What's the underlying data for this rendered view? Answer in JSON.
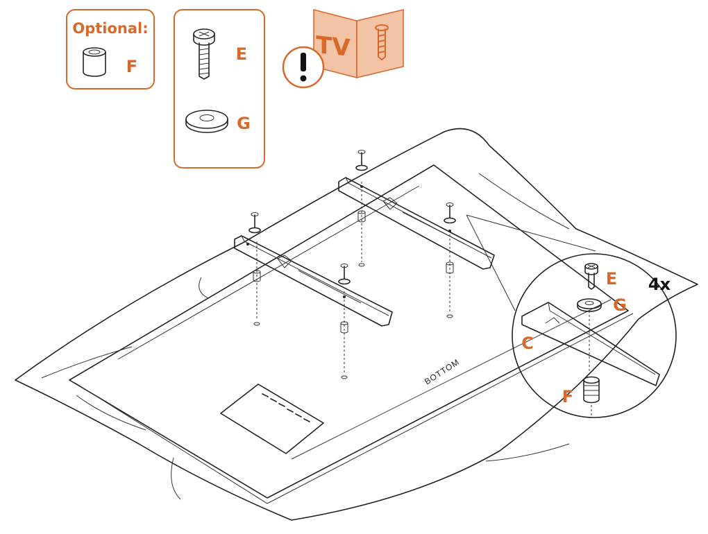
{
  "colors": {
    "accent": "#d9692a",
    "accent_light": "#f2c3a4",
    "ink": "#222222"
  },
  "parts_box_optional": {
    "heading": "Optional:",
    "part_letter": "F",
    "icon": "spacer-icon"
  },
  "parts_box_screws": {
    "screw_letter": "E",
    "washer_letter": "G",
    "screw_icon": "screw-icon",
    "washer_icon": "washer-icon"
  },
  "warning": {
    "booklet_text": "TV",
    "icon": "exclamation-icon"
  },
  "main": {
    "tv_label": "BOTTOM"
  },
  "callout": {
    "quantity": "4x",
    "screw_letter": "E",
    "washer_letter": "G",
    "bracket_letter": "C",
    "spacer_letter": "F"
  }
}
